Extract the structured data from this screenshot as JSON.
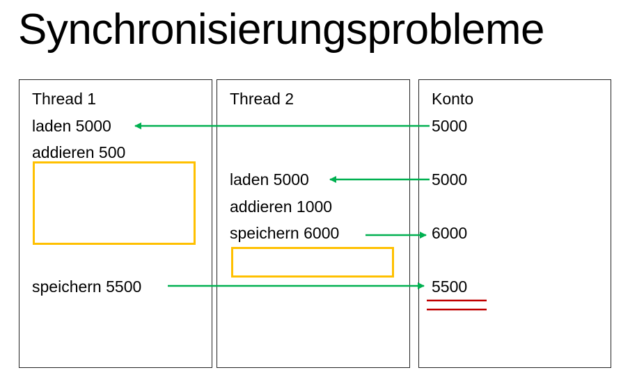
{
  "title": "Synchronisierungsprobleme",
  "columns": {
    "thread1": {
      "header": "Thread 1",
      "lines": [
        "laden 5000",
        "addieren 500",
        "speichern 5500"
      ]
    },
    "thread2": {
      "header": "Thread 2",
      "lines": [
        "laden 5000",
        "addieren 1000",
        "speichern 6000"
      ]
    },
    "konto": {
      "header": "Konto",
      "values": [
        "5000",
        "5000",
        "6000",
        "5500"
      ]
    }
  },
  "colors": {
    "arrow": "#00b050",
    "highlight_box": "#ffc000",
    "underline": "#c00000",
    "border": "#222222"
  }
}
